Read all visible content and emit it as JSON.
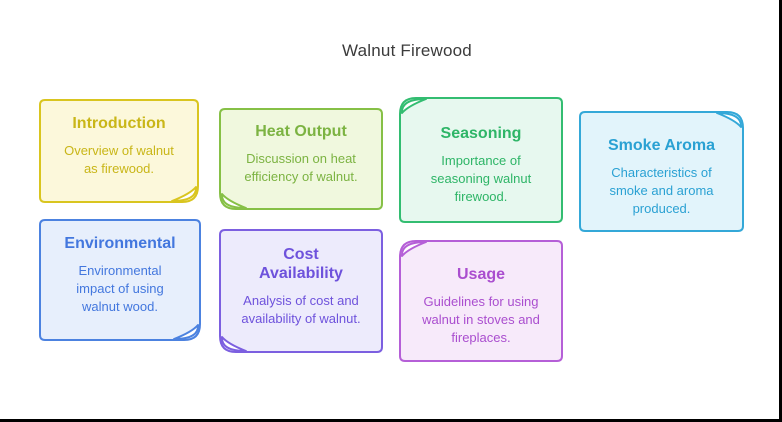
{
  "page": {
    "background": "#ffffff",
    "frame_color": "#000000",
    "title": "Walnut Firewood",
    "title_color": "#3b3b3b"
  },
  "cards": [
    {
      "id": "introduction",
      "title": "Introduction",
      "title_lines": [
        "Introduction"
      ],
      "description": "Overview of walnut as firewood.",
      "desc_lines": [
        "Overview of walnut",
        "as firewood."
      ],
      "border_color": "#d9c51f",
      "fill_color": "#fcf8db",
      "text_color": "#c9b618"
    },
    {
      "id": "heat-output",
      "title": "Heat Output",
      "title_lines": [
        "Heat Output"
      ],
      "description": "Discussion on heat efficiency of walnut.",
      "desc_lines": [
        "Discussion on heat",
        "efficiency of walnut."
      ],
      "border_color": "#86c046",
      "fill_color": "#f0f8de",
      "text_color": "#7cb342"
    },
    {
      "id": "seasoning",
      "title": "Seasoning",
      "title_lines": [
        "Seasoning"
      ],
      "description": "Importance of seasoning walnut firewood.",
      "desc_lines": [
        "Importance of",
        "seasoning walnut",
        "firewood."
      ],
      "border_color": "#33bd71",
      "fill_color": "#e7f8ef",
      "text_color": "#2eb567"
    },
    {
      "id": "smoke-aroma",
      "title": "Smoke Aroma",
      "title_lines": [
        "Smoke Aroma"
      ],
      "description": "Characteristics of smoke and aroma produced.",
      "desc_lines": [
        "Characteristics of",
        "smoke and aroma",
        "produced."
      ],
      "border_color": "#34a8d8",
      "fill_color": "#e2f4fb",
      "text_color": "#2aa1d3"
    },
    {
      "id": "environmental",
      "title": "Environmental",
      "title_lines": [
        "Environmental"
      ],
      "description": "Environmental impact of using walnut wood.",
      "desc_lines": [
        "Environmental",
        "impact of using",
        "walnut wood."
      ],
      "border_color": "#4c82e0",
      "fill_color": "#e7effc",
      "text_color": "#4377de"
    },
    {
      "id": "cost-availability",
      "title": "Cost Availability",
      "title_lines": [
        "Cost",
        "Availability"
      ],
      "description": "Analysis of cost and availability of walnut.",
      "desc_lines": [
        "Analysis of cost and",
        "availability of walnut."
      ],
      "border_color": "#7c5fe0",
      "fill_color": "#edebfc",
      "text_color": "#6e52dc"
    },
    {
      "id": "usage",
      "title": "Usage",
      "title_lines": [
        "Usage"
      ],
      "description": "Guidelines for using walnut in stoves and fireplaces.",
      "desc_lines": [
        "Guidelines for using",
        "walnut in stoves and",
        "fireplaces."
      ],
      "border_color": "#b55fd7",
      "fill_color": "#f7eafa",
      "text_color": "#aa4ecf"
    }
  ]
}
